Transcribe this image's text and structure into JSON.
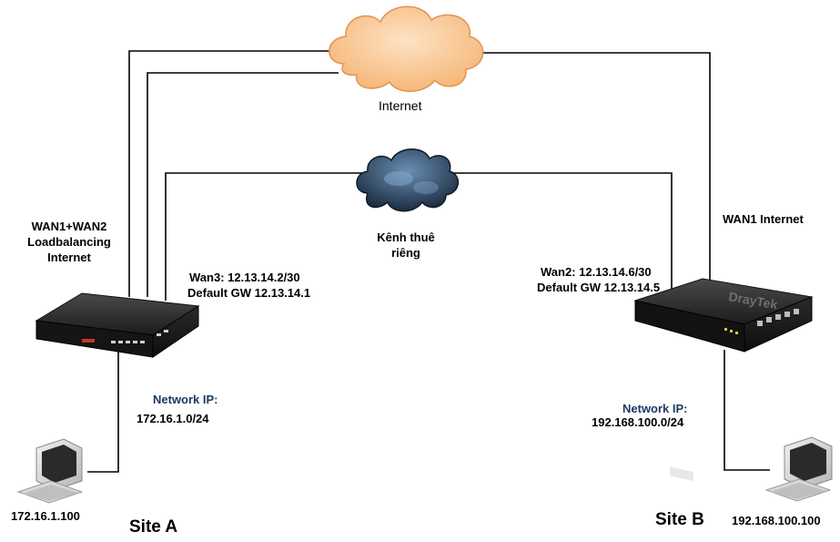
{
  "cloud_internet": {
    "label": "Internet"
  },
  "cloud_private": {
    "label_line1": "Kênh thuê",
    "label_line2": "riêng"
  },
  "site_a": {
    "wan_label_line1": "WAN1+WAN2",
    "wan_label_line2": "Loadbalancing",
    "wan_label_line3": "Internet",
    "wan3_line1": "Wan3: 12.13.14.2/30",
    "wan3_line2": "Default GW 12.13.14.1",
    "network_ip_title": "Network IP:",
    "network_ip_value": "172.16.1.0/24",
    "pc_ip": "172.16.1.100",
    "site_name": "Site A"
  },
  "site_b": {
    "wan_label": "WAN1 Internet",
    "wan2_line1": "Wan2: 12.13.14.6/30",
    "wan2_line2": "Default GW 12.13.14.5",
    "network_ip_title": "Network IP:",
    "network_ip_value": "192.168.100.0/24",
    "pc_ip": "192.168.100.100",
    "site_name": "Site B",
    "router_brand": "DrayTek"
  }
}
